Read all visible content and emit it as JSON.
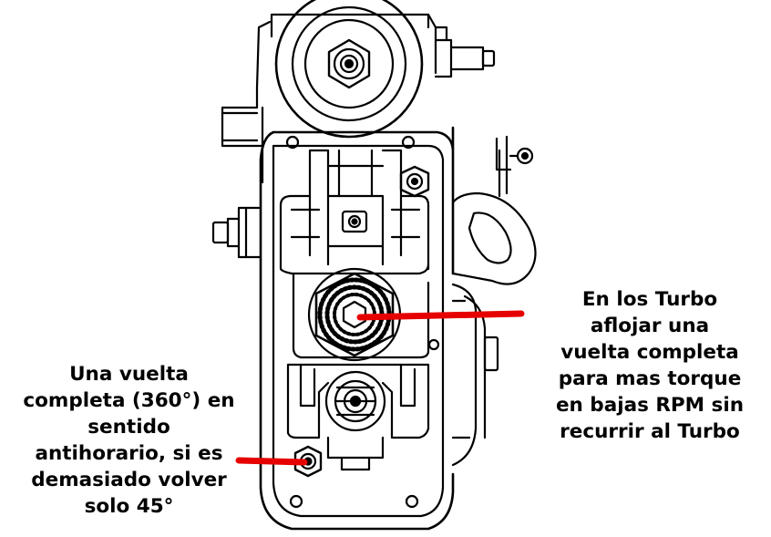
{
  "annotations": {
    "left": {
      "lines": [
        "Una vuelta",
        "completa (360°) en",
        "sentido",
        "antihorario, si es",
        "demasiado volver",
        "solo 45°"
      ]
    },
    "right": {
      "lines": [
        "En los Turbo",
        "aflojar una",
        "vuelta completa",
        "para mas torque",
        "en bajas RPM sin",
        "recurrir al Turbo"
      ]
    }
  },
  "colors": {
    "pointer": "#e60000",
    "line": "#000000",
    "background": "#ffffff"
  }
}
